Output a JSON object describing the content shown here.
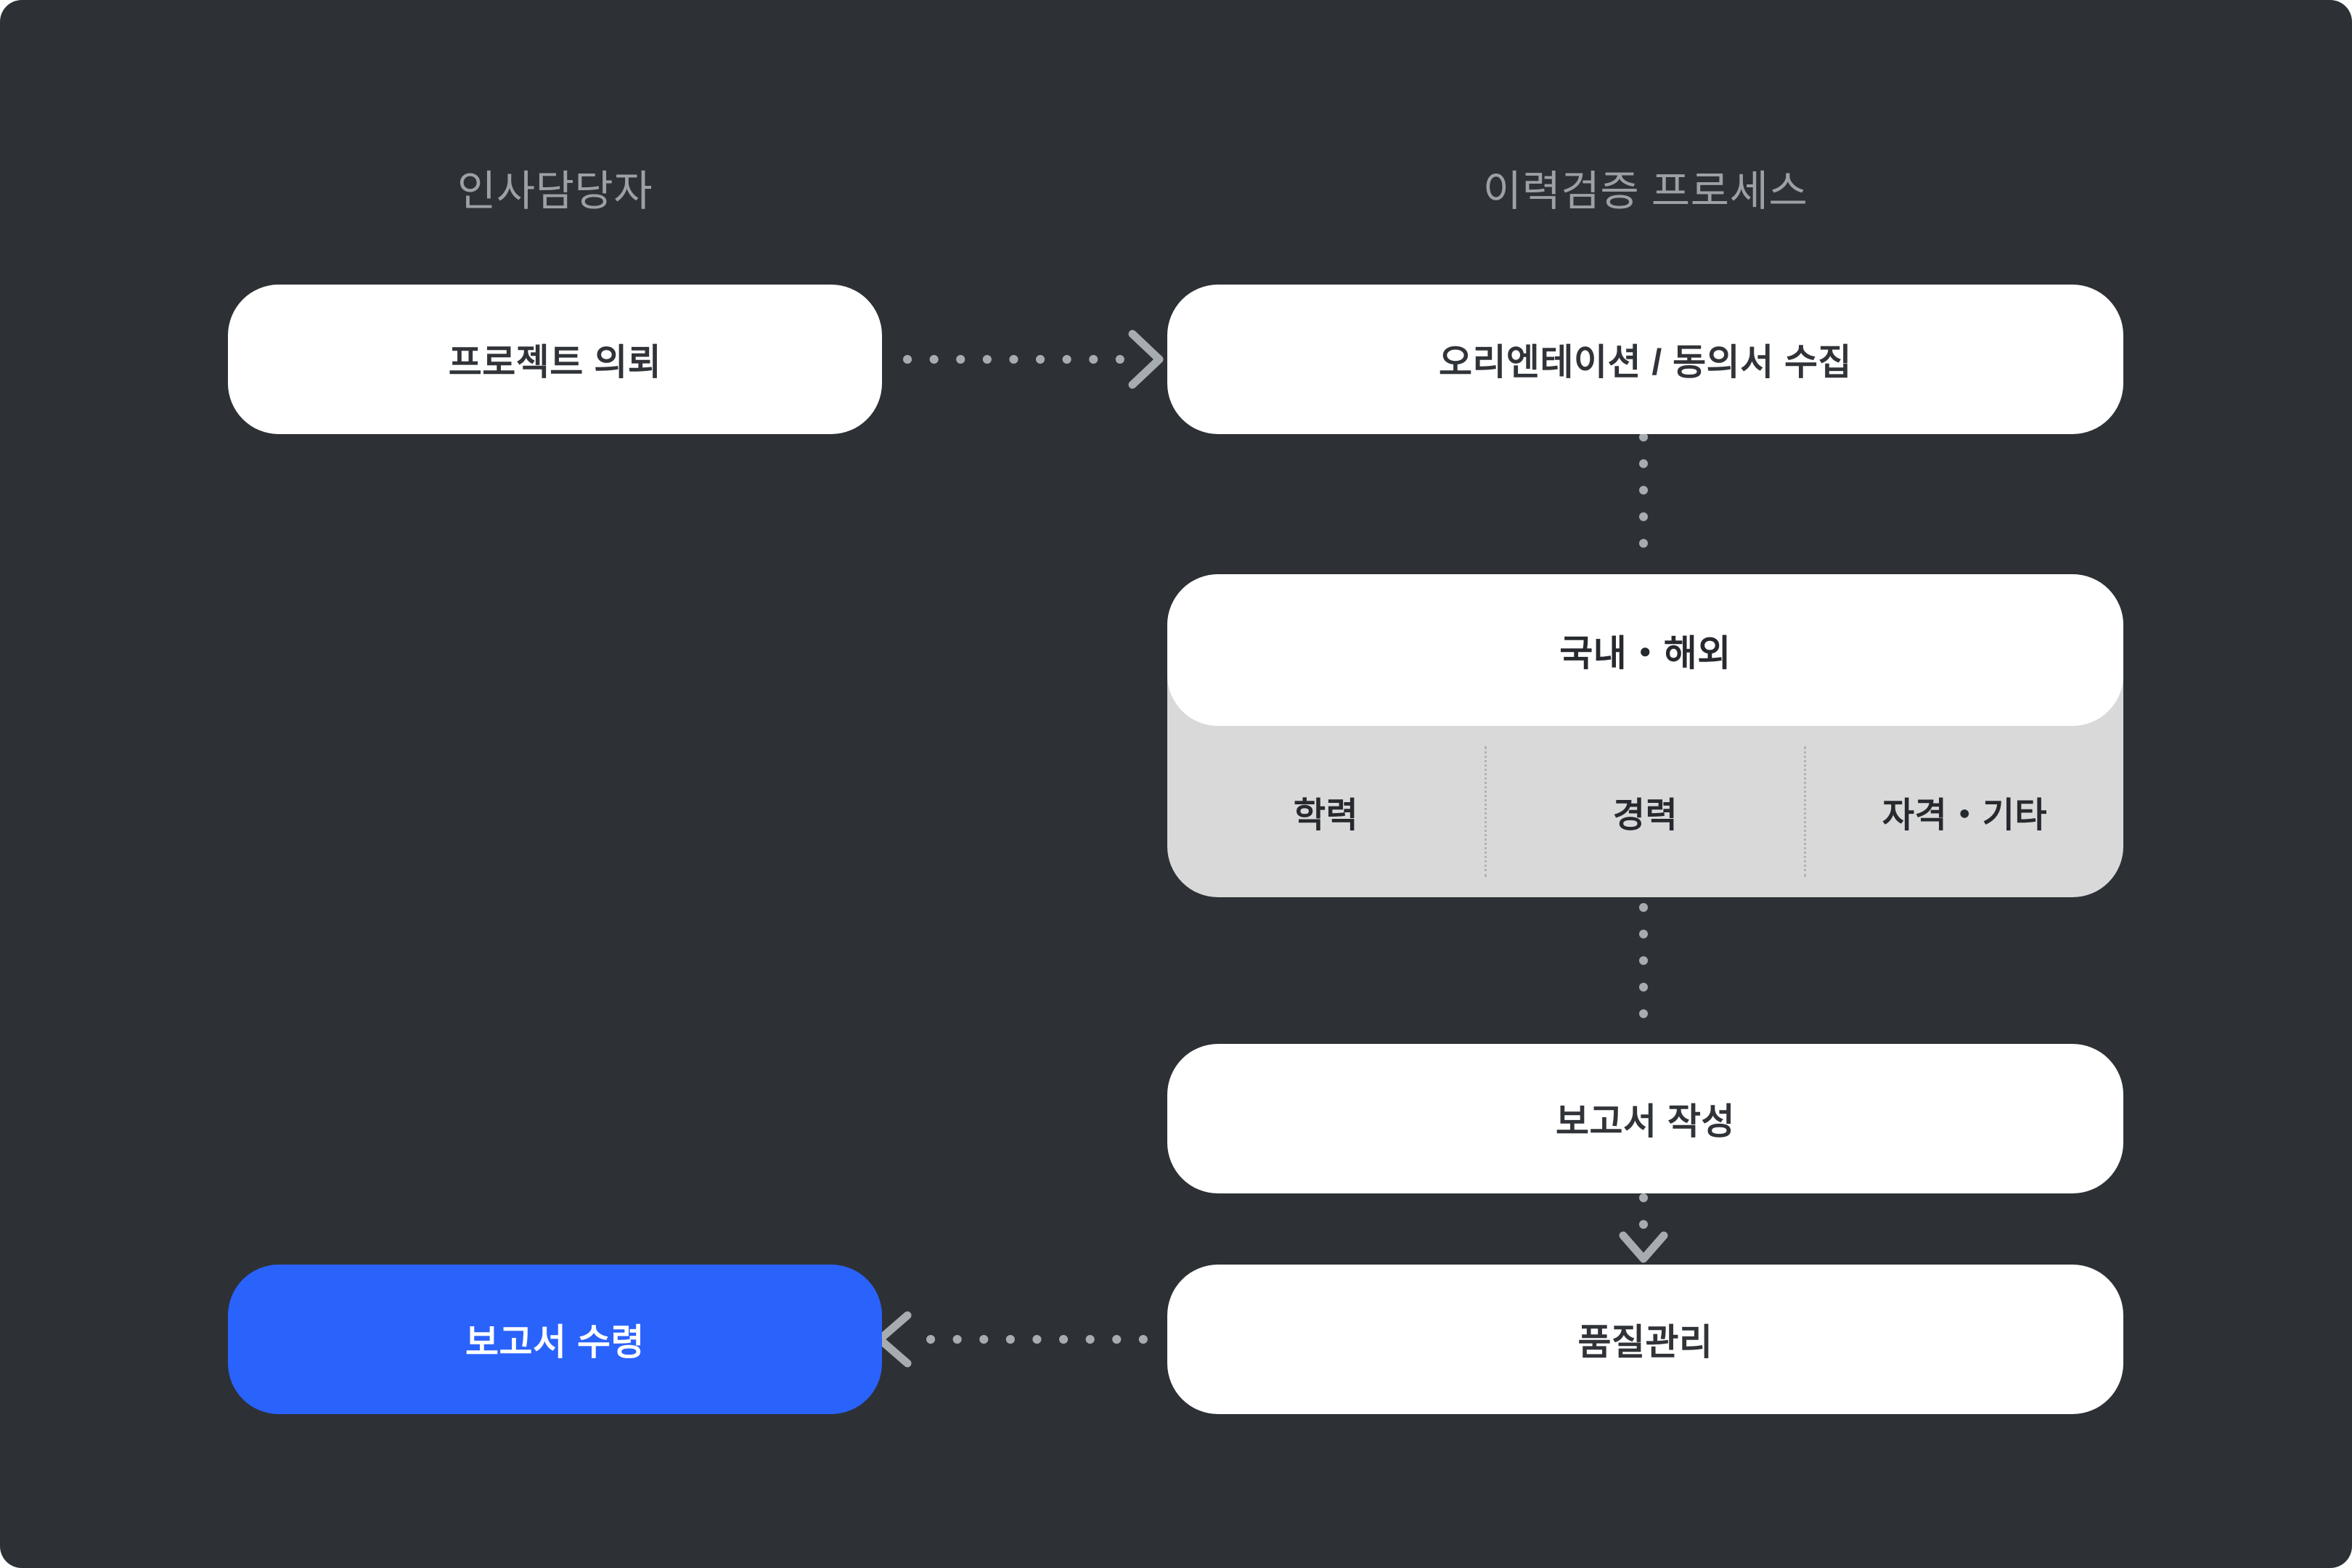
{
  "diagram": {
    "columns": {
      "left_title": "인사담당자",
      "right_title": "이력검증 프로세스"
    },
    "nodes": {
      "project_request": {
        "label": "프로젝트 의뢰"
      },
      "orientation": {
        "label": "오리엔테이션 / 동의서 수집"
      },
      "verification": {
        "header": "국내・해외",
        "items": [
          {
            "label": "학력"
          },
          {
            "label": "경력"
          },
          {
            "label": "자격・기타"
          }
        ]
      },
      "report_writing": {
        "label": "보고서 작성"
      },
      "quality_control": {
        "label": "품질관리"
      },
      "report_receive": {
        "label": "보고서 수령"
      }
    },
    "colors": {
      "panel_bg": "#2D3136",
      "node_bg": "#FFFFFF",
      "group_bg": "#D9D9D9",
      "accent_blue": "#2A62FC",
      "muted_title_text": "#9CA1A7",
      "node_text": "#303338",
      "connector_gray": "#A7ACB1"
    }
  }
}
